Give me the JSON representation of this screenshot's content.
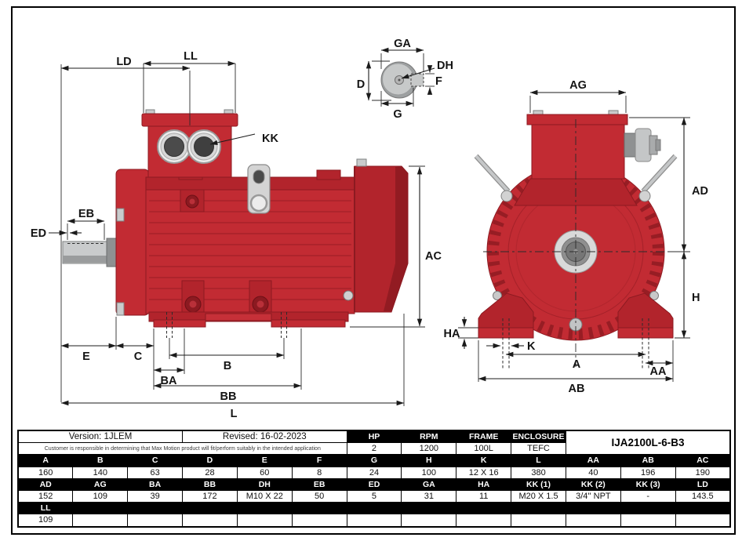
{
  "drawing": {
    "labels": {
      "LD": "LD",
      "LL": "LL",
      "KK": "KK",
      "EB": "EB",
      "ED": "ED",
      "AC": "AC",
      "E": "E",
      "C": "C",
      "B": "B",
      "BA": "BA",
      "BB": "BB",
      "L": "L",
      "GA": "GA",
      "DH": "DH",
      "F": "F",
      "D": "D",
      "G": "G",
      "AG": "AG",
      "AD": "AD",
      "H": "H",
      "HA": "HA",
      "K": "K",
      "A": "A",
      "AA": "AA",
      "AB": "AB"
    },
    "colors": {
      "motor_red": "#c22b33",
      "motor_red_2": "#b2242c",
      "motor_red_dark": "#8c1a21",
      "metal": "#c9cbcc",
      "metal_dark": "#8f9192",
      "dim": "#1b1b1b"
    }
  },
  "table": {
    "version": "Version: 1JLEM",
    "revised": "Revised: 16-02-2023",
    "disclaimer": "Customer is responsible in determining that Max Motion product will fit/perform suitably in the intended application",
    "model": "IJA2100L-6-B3",
    "specs": {
      "headers": [
        "HP",
        "RPM",
        "FRAME",
        "ENCLOSURE"
      ],
      "values": [
        "2",
        "1200",
        "100L",
        "TEFC"
      ]
    },
    "dims": {
      "row1": {
        "headers": [
          "A",
          "B",
          "C",
          "D",
          "E",
          "F",
          "G",
          "H",
          "K",
          "L",
          "AA",
          "AB",
          "AC"
        ],
        "values": [
          "160",
          "140",
          "63",
          "28",
          "60",
          "8",
          "24",
          "100",
          "12 X 16",
          "380",
          "40",
          "196",
          "190"
        ]
      },
      "row2": {
        "headers": [
          "AD",
          "AG",
          "BA",
          "BB",
          "DH",
          "EB",
          "ED",
          "GA",
          "HA",
          "KK (1)",
          "KK (2)",
          "KK (3)",
          "LD"
        ],
        "values": [
          "152",
          "109",
          "39",
          "172",
          "M10 X 22",
          "50",
          "5",
          "31",
          "11",
          "M20 X 1.5",
          "3/4'' NPT",
          "-",
          "143.5"
        ]
      },
      "row3": {
        "header": "LL",
        "values": [
          "109",
          "",
          "",
          "",
          "",
          "",
          "",
          "",
          "",
          "",
          "",
          "",
          ""
        ]
      }
    }
  }
}
